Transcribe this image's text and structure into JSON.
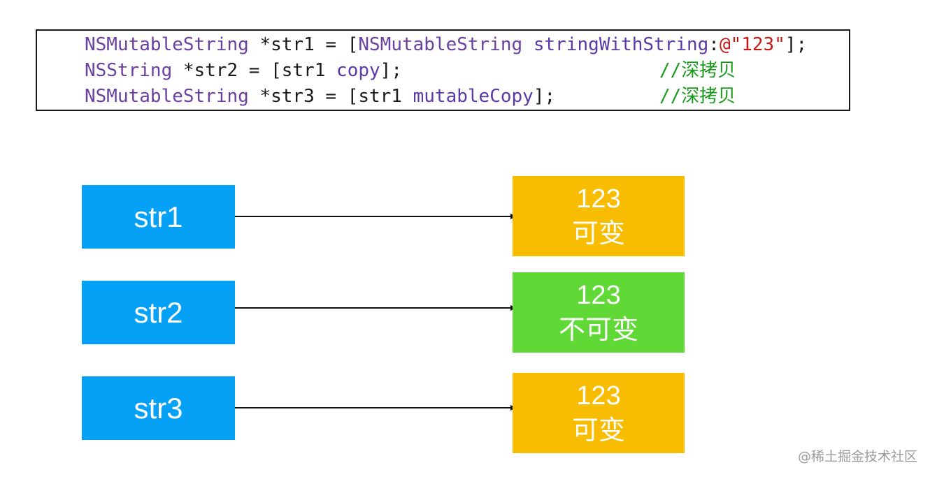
{
  "code": {
    "line1": [
      {
        "text": "NSMutableString",
        "color": "#6b3fa0"
      },
      {
        "text": " *str1 = [",
        "color": "#1a1a1a"
      },
      {
        "text": "NSMutableString",
        "color": "#6b3fa0"
      },
      {
        "text": " ",
        "color": "#1a1a1a"
      },
      {
        "text": "stringWithString",
        "color": "#5a3aa8"
      },
      {
        "text": ":",
        "color": "#1a1a1a"
      },
      {
        "text": "@\"123\"",
        "color": "#c41a16"
      },
      {
        "text": "];",
        "color": "#1a1a1a"
      }
    ],
    "line2": [
      {
        "text": "NSString",
        "color": "#6b3fa0"
      },
      {
        "text": " *str2 = [str1 ",
        "color": "#1a1a1a"
      },
      {
        "text": "copy",
        "color": "#5a3aa8"
      },
      {
        "text": "];",
        "color": "#1a1a1a"
      }
    ],
    "line3": [
      {
        "text": "NSMutableString",
        "color": "#6b3fa0"
      },
      {
        "text": " *str3 = [str1 ",
        "color": "#1a1a1a"
      },
      {
        "text": "mutableCopy",
        "color": "#5a3aa8"
      },
      {
        "text": "];",
        "color": "#1a1a1a"
      }
    ],
    "comment2": "//深拷贝",
    "comment3": "//深拷贝",
    "comment_color": "#1a9a1a"
  },
  "diagram": {
    "variables": [
      {
        "label": "str1",
        "color": "#05a1f7"
      },
      {
        "label": "str2",
        "color": "#05a1f7"
      },
      {
        "label": "str3",
        "color": "#05a1f7"
      }
    ],
    "values": [
      {
        "value": "123",
        "kind": "可变",
        "color": "#f8bc00"
      },
      {
        "value": "123",
        "kind": "不可变",
        "color": "#60d836"
      },
      {
        "value": "123",
        "kind": "可变",
        "color": "#f8bc00"
      }
    ]
  },
  "watermark": "@稀土掘金技术社区"
}
